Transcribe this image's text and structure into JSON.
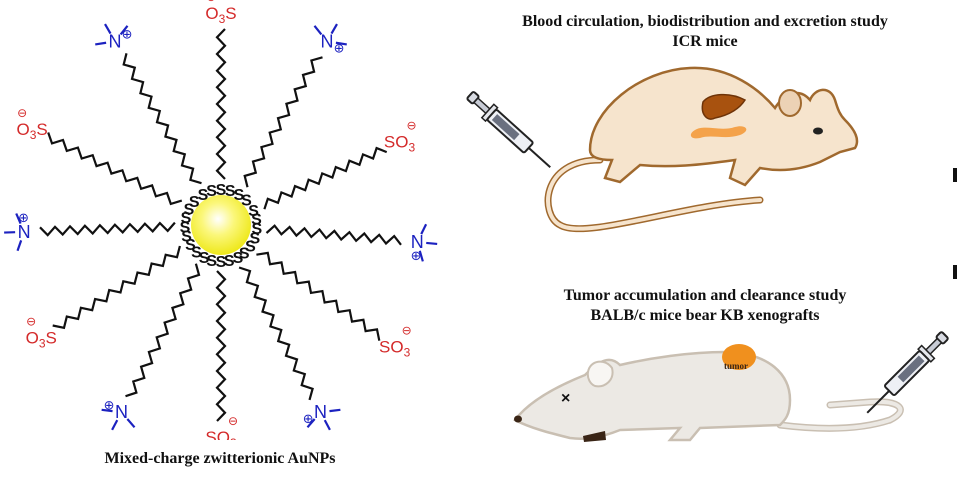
{
  "colors": {
    "anion": "#d42a2a",
    "cation": "#1c22c0",
    "chain": "#111111",
    "gold_core": "#f5f02a",
    "mouse1_fill": "#f6e4cd",
    "mouse1_stroke": "#a0692e",
    "mouse2_fill": "#ece9e4",
    "mouse2_stroke": "#c9bfb2",
    "tumor": "#f0901e",
    "liver": "#a8520f",
    "intestine": "#f4a24a"
  },
  "nanoparticle": {
    "core_label": "S",
    "caption": "Mixed-charge zwitterionic AuNPs",
    "sulfonate": {
      "left_label": "O3S",
      "right_label": "SO3",
      "charge": "⊖"
    },
    "ammonium": {
      "label": "N",
      "charge": "⊕"
    },
    "ligands": [
      {
        "type": "sulfonate",
        "angle": -90
      },
      {
        "type": "ammonium",
        "angle": -60
      },
      {
        "type": "sulfonate",
        "angle": -25
      },
      {
        "type": "ammonium",
        "angle": 5
      },
      {
        "type": "sulfonate",
        "angle": 35
      },
      {
        "type": "ammonium",
        "angle": 62
      },
      {
        "type": "sulfonate",
        "angle": 90
      },
      {
        "type": "ammonium",
        "angle": 118
      },
      {
        "type": "sulfonate",
        "angle": 148
      },
      {
        "type": "ammonium",
        "angle": 178
      },
      {
        "type": "sulfonate",
        "angle": 207
      },
      {
        "type": "ammonium",
        "angle": 240
      }
    ]
  },
  "study1": {
    "title_line1": "Blood circulation, biodistribution and excretion study",
    "title_line2": "ICR mice"
  },
  "study2": {
    "title_line1": "Tumor accumulation and clearance study",
    "title_line2": "BALB/c mice bear KB xenografts",
    "tumor_label": "tumor",
    "dead_eye_mark": "×"
  }
}
